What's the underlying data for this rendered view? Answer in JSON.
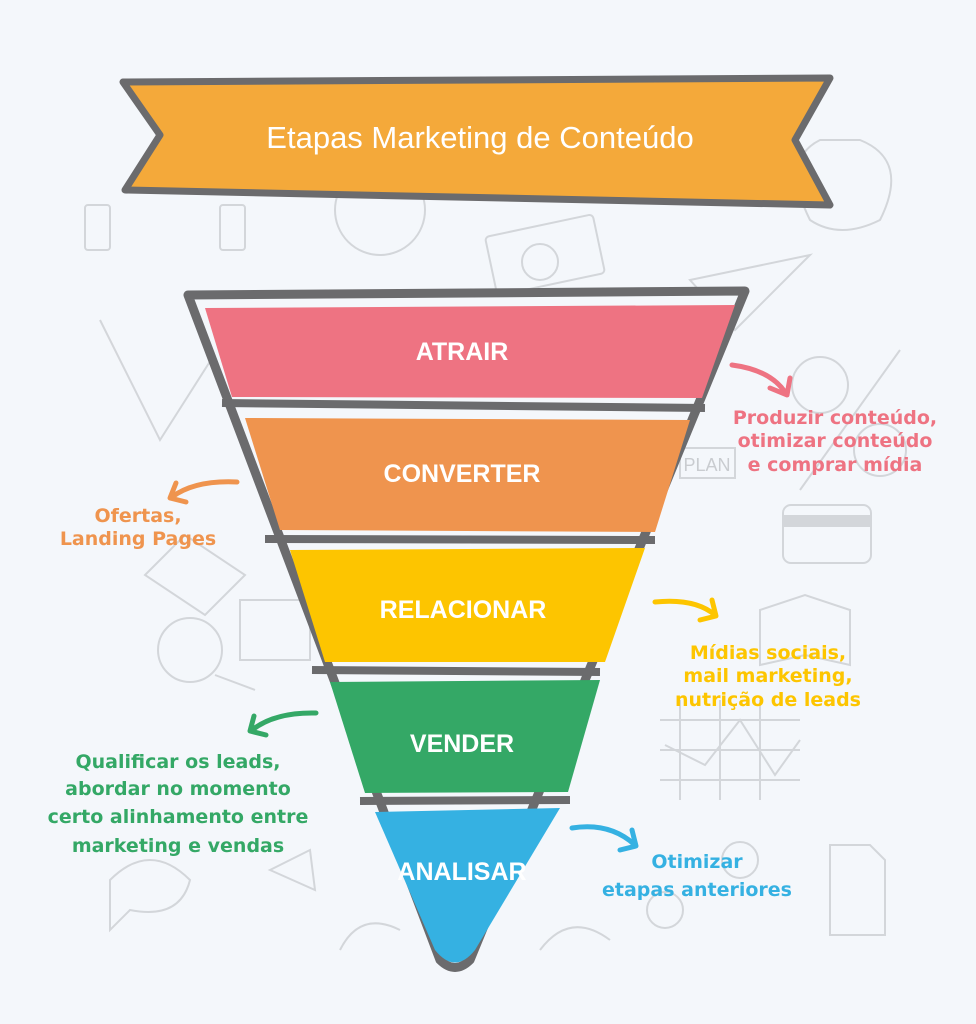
{
  "title": "Etapas Marketing de Conteúdo",
  "colors": {
    "background": "#f4f7fb",
    "banner": "#f4a93a",
    "outline": "#6b6b6d",
    "atrair": "#ee7382",
    "converter": "#ef944e",
    "relacionar": "#fdc500",
    "vender": "#34a866",
    "analisar": "#35b1e2"
  },
  "stages": [
    {
      "label": "ATRAIR",
      "note": [
        "Produzir conteúdo,",
        "otimizar conteúdo",
        "e comprar mídia"
      ]
    },
    {
      "label": "CONVERTER",
      "note": [
        "Ofertas,",
        "Landing Pages"
      ]
    },
    {
      "label": "RELACIONAR",
      "note": [
        "Mídias sociais,",
        "mail marketing,",
        "nutrição de leads"
      ]
    },
    {
      "label": "VENDER",
      "note": [
        "Qualificar os leads,",
        "abordar no momento",
        "certo alinhamento entre",
        "marketing e vendas"
      ]
    },
    {
      "label": "ANALISAR",
      "note": [
        "Otimizar",
        "etapas anteriores"
      ]
    }
  ],
  "doodles": {
    "plan_label": "PLAN"
  }
}
